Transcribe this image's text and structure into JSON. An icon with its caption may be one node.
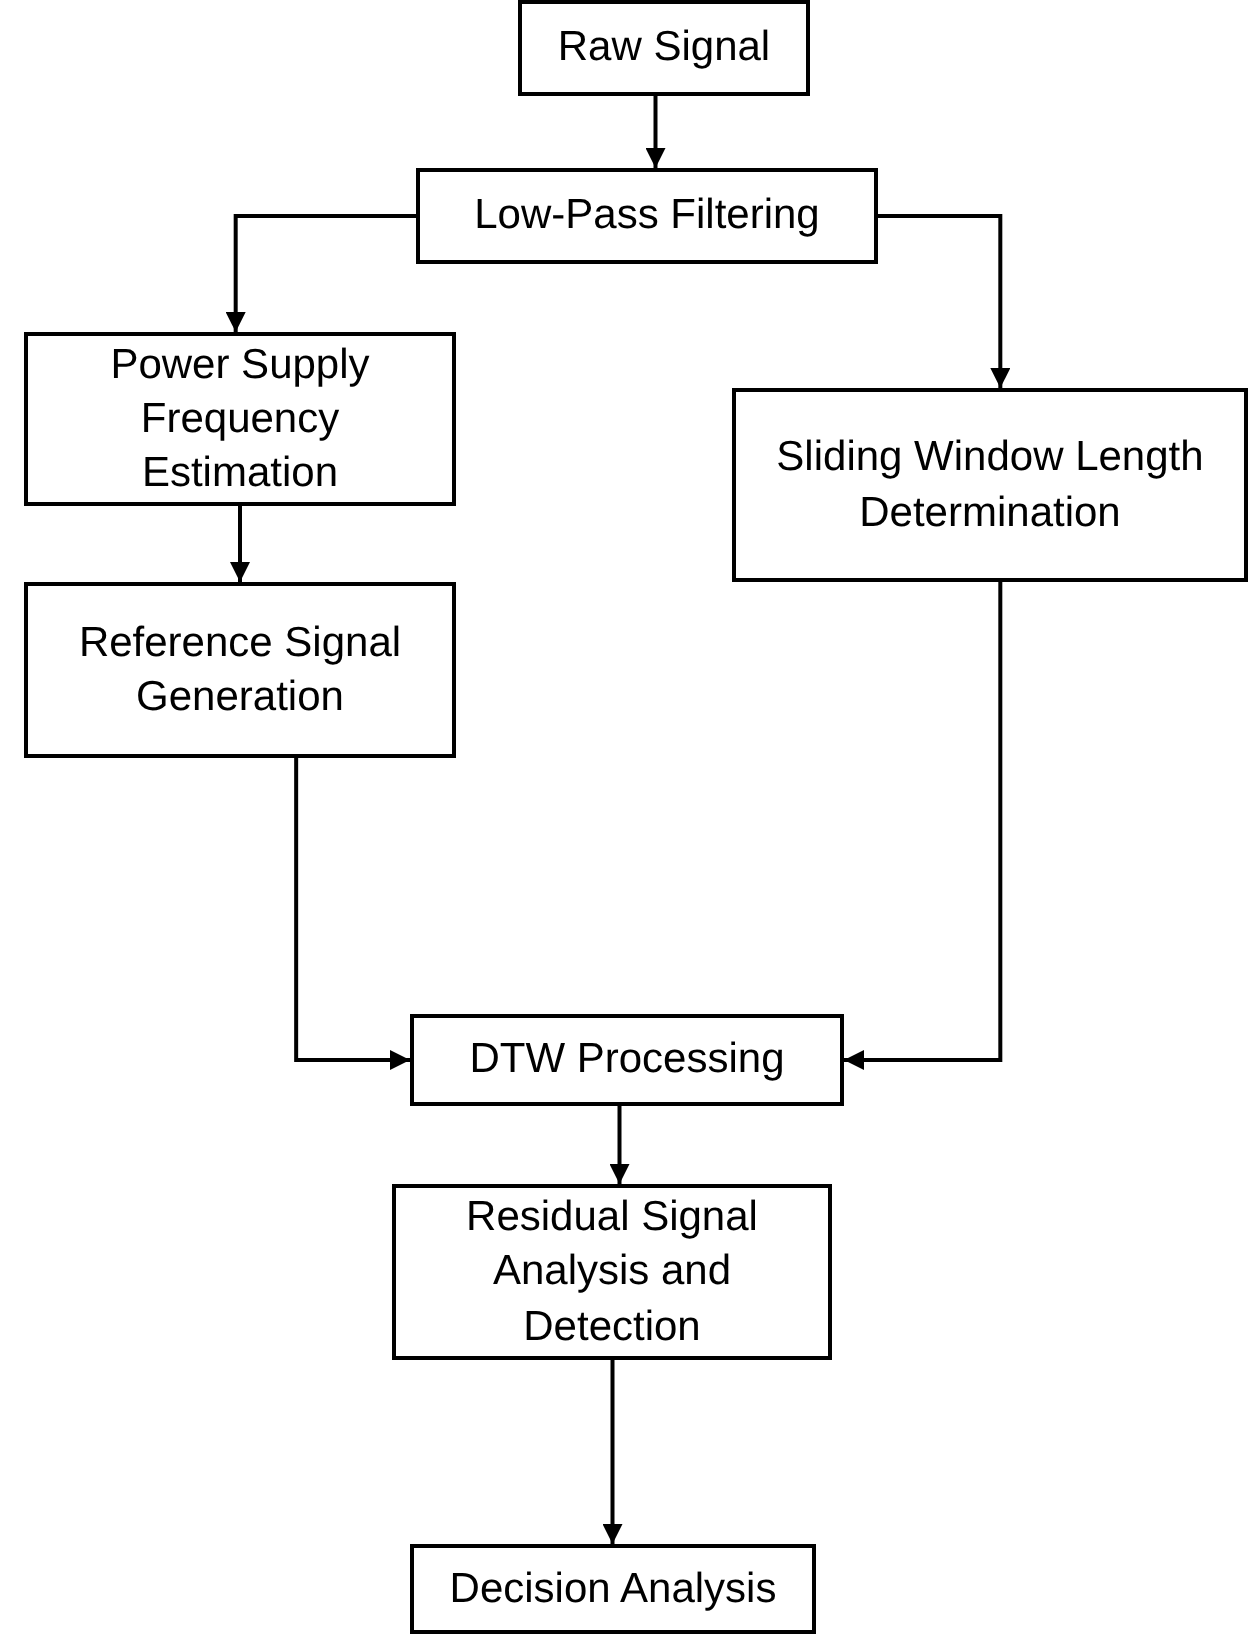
{
  "diagram": {
    "nodes": [
      {
        "text": [
          "Raw Signal"
        ]
      },
      {
        "text": [
          "Low-Pass Filtering"
        ]
      },
      {
        "text": [
          "Power Supply Frequency Estimation"
        ]
      },
      {
        "text": [
          "Sliding Window Length Determination"
        ]
      },
      {
        "text": [
          "Reference Signal Generation"
        ]
      },
      {
        "text": [
          "DTW Processing"
        ]
      },
      {
        "text": [
          "Residual Signal Analysis and Detection"
        ]
      },
      {
        "text": [
          "Decision Analysis"
        ]
      }
    ],
    "edges": [
      {
        "from": 0,
        "to": 1,
        "arrow": "to"
      },
      {
        "from": 1,
        "to": 2,
        "arrow": "to"
      },
      {
        "from": 1,
        "to": 3,
        "arrow": "to"
      },
      {
        "from": 2,
        "to": 4,
        "arrow": "to"
      },
      {
        "from": 4,
        "to": 5,
        "arrow": "to"
      },
      {
        "from": 3,
        "to": 5,
        "arrow": "to"
      },
      {
        "from": 5,
        "to": 6,
        "arrow": "to"
      },
      {
        "from": 6,
        "to": 7,
        "arrow": "to"
      }
    ]
  }
}
